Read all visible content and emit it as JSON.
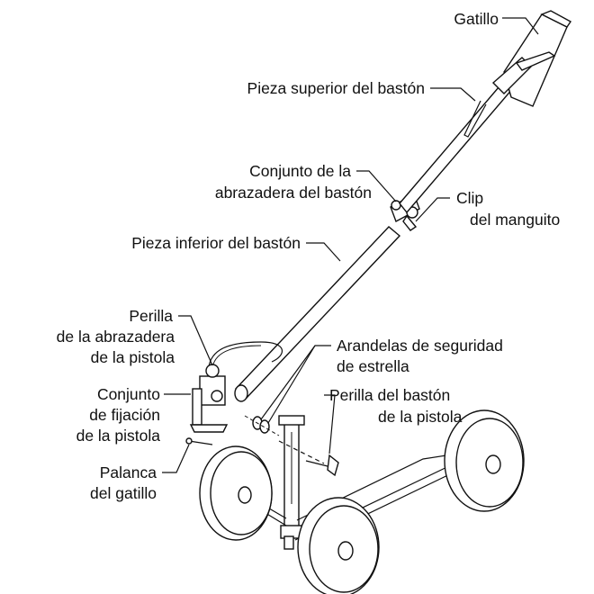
{
  "labels": {
    "gatillo": "Gatillo",
    "pieza_superior": "Pieza superior del bastón",
    "conjunto_abrazadera_1": "Conjunto de la",
    "conjunto_abrazadera_2": "abrazadera del bastón",
    "clip_1": "Clip",
    "clip_2": "del manguito",
    "pieza_inferior": "Pieza inferior del bastón",
    "perilla_abrazadera_1": "Perilla",
    "perilla_abrazadera_2": "de la abrazadera",
    "perilla_abrazadera_3": "de la pistola",
    "arandelas_1": "Arandelas de seguridad",
    "arandelas_2": "de estrella",
    "perilla_baston_1": "Perilla del bastón",
    "perilla_baston_2": "de la pistola",
    "conjunto_fijacion_1": "Conjunto",
    "conjunto_fijacion_2": "de fijación",
    "conjunto_fijacion_3": "de la pistola",
    "palanca_1": "Palanca",
    "palanca_2": "del gatillo"
  }
}
